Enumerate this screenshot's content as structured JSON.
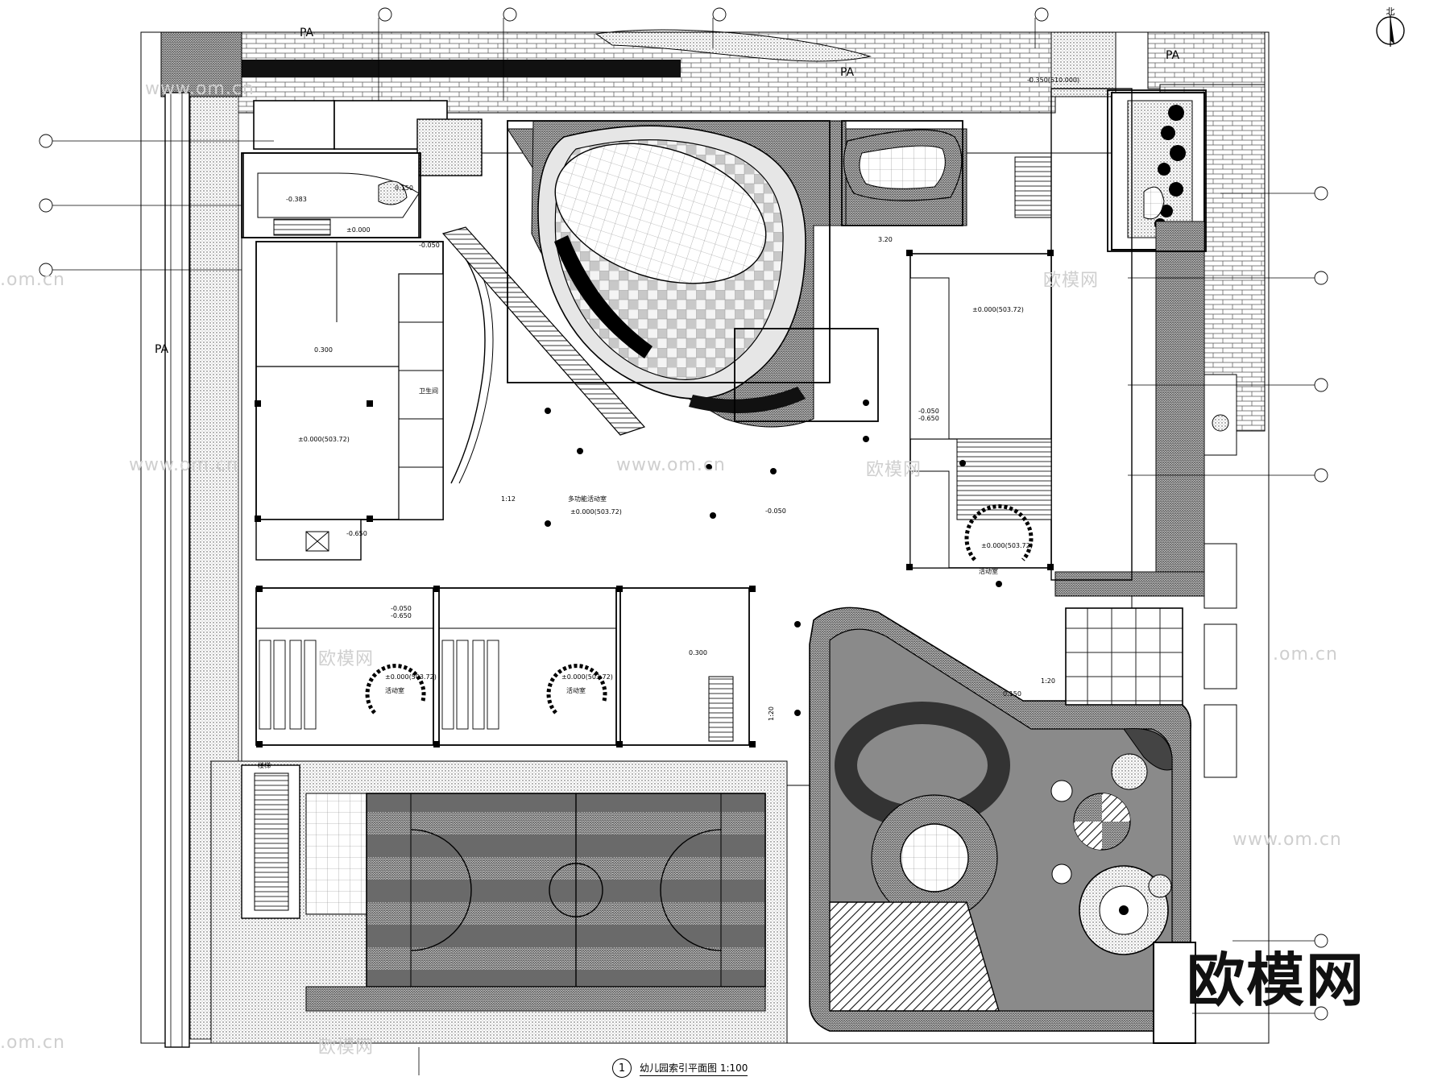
{
  "drawing": {
    "title_number": "1",
    "title": "幼儿园索引平面图 1:100",
    "north_label": "北",
    "brand_watermark": "欧模网",
    "watermarks": [
      "www.om.cn",
      "欧模网",
      ".om.cn"
    ],
    "area_tag": "PA",
    "levels": {
      "main_floor": "±0.000(503.72)",
      "upper_deck": "±0.000",
      "step_down": "-0.050",
      "step_down_2": "-0.650",
      "garden": "0.150",
      "sunken": "-0.383",
      "top_edge": "-0.350(510.000)",
      "corridor": "0.300",
      "slope_1": "1:20",
      "slope_2": "1:20",
      "slope_3": "1:12",
      "dim_1": "3.20"
    },
    "rooms": {
      "activity_hall": "多功能活动室",
      "classroom": "活动室",
      "toilet": "卫生间",
      "stair": "楼梯"
    }
  }
}
